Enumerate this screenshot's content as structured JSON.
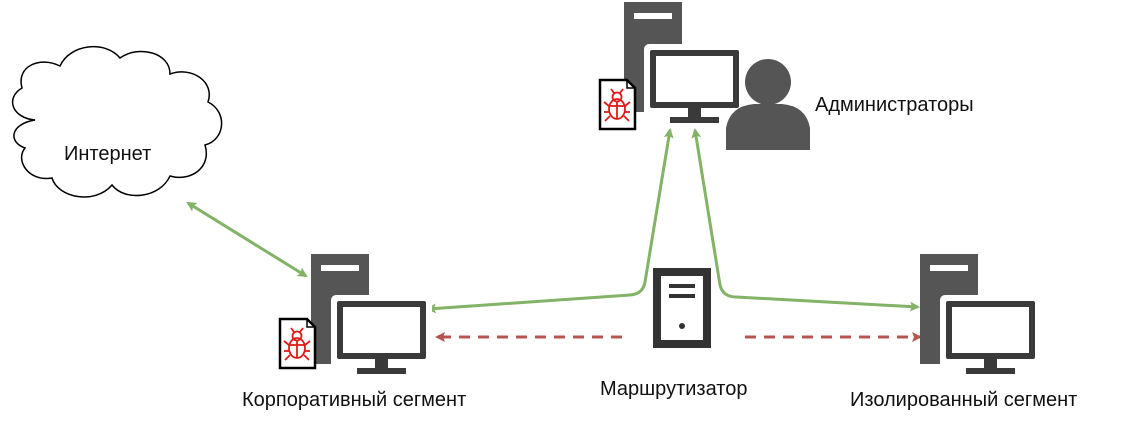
{
  "labels": {
    "internet": "Интернет",
    "administrators": "Администраторы",
    "corporate_segment": "Корпоративный сегмент",
    "router": "Маршрутизатор",
    "isolated_segment": "Изолированный сегмент"
  },
  "icons": {
    "cloud": "cloud-icon",
    "workstation": "workstation-icon",
    "user": "user-icon",
    "malware": "malware-document-icon",
    "router": "router-icon"
  },
  "colors": {
    "device_dark": "#555555",
    "device_border": "#3a3a3a",
    "allowed_link": "#82b366",
    "blocked_link": "#b85450",
    "malware_red": "#e01b1b"
  }
}
